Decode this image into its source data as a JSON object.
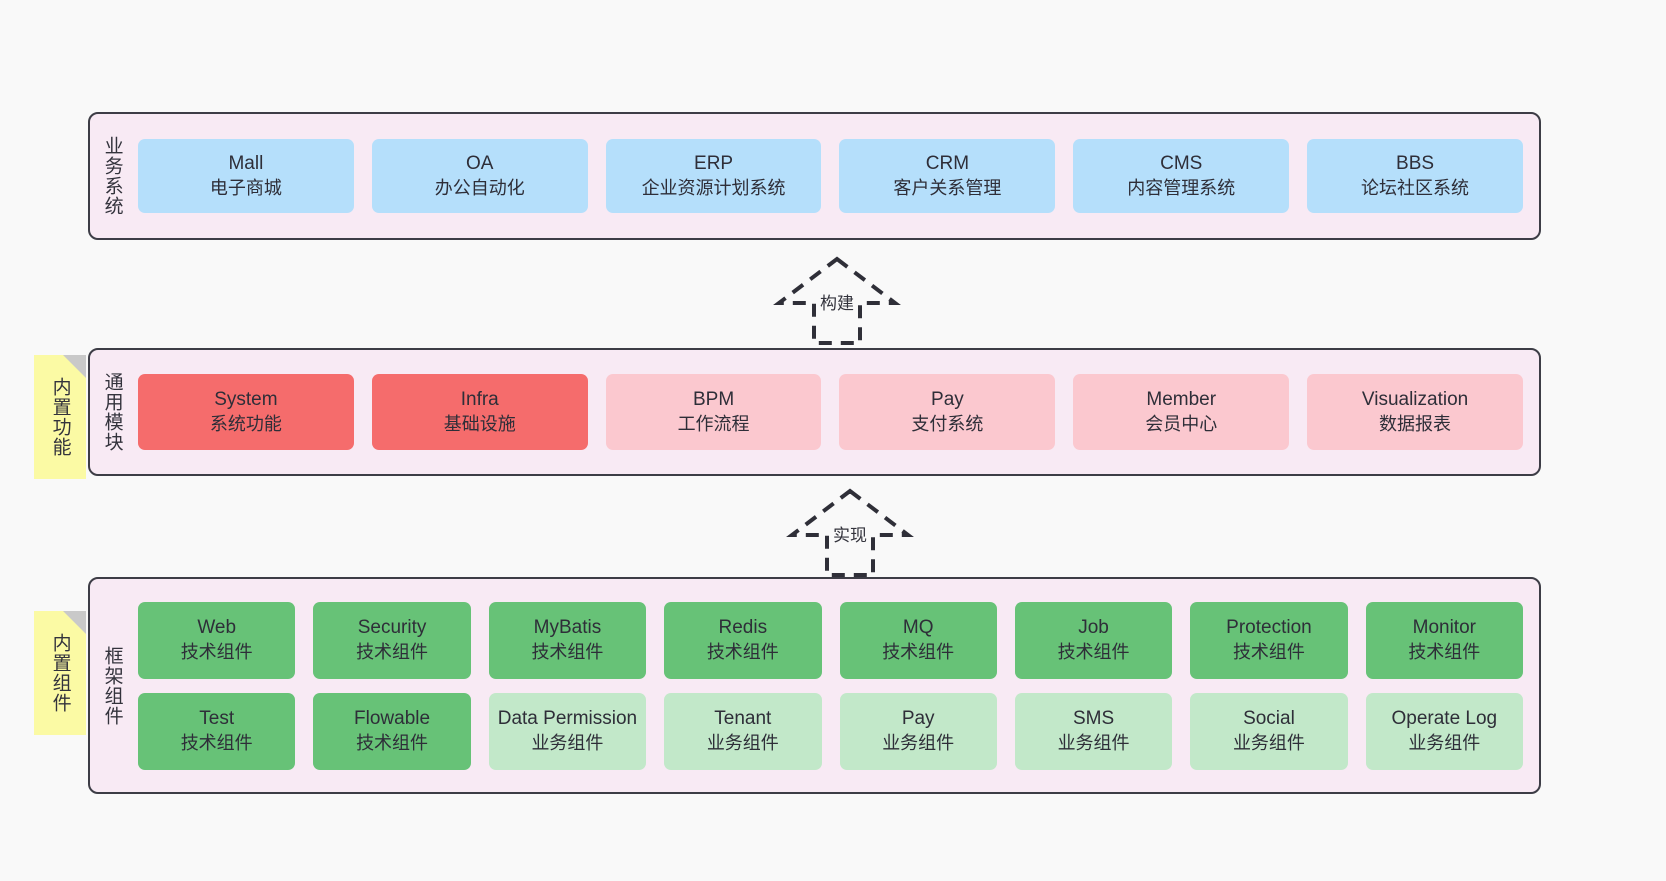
{
  "diagram": {
    "background_color": "#f9f9f9",
    "layer_fill": "#f8eaf4",
    "layer_border": "#3d3d46",
    "note_fill": "#fbfaa4"
  },
  "layers": [
    {
      "id": "business",
      "title": "业务系统",
      "note": null,
      "rows": [
        {
          "cards": [
            {
              "title": "Mall",
              "subtitle": "电子商城",
              "color": "#b5dffb",
              "variant": "c-blue"
            },
            {
              "title": "OA",
              "subtitle": "办公自动化",
              "color": "#b5dffb",
              "variant": "c-blue"
            },
            {
              "title": "ERP",
              "subtitle": "企业资源计划系统",
              "color": "#b5dffb",
              "variant": "c-blue"
            },
            {
              "title": "CRM",
              "subtitle": "客户关系管理",
              "color": "#b5dffb",
              "variant": "c-blue"
            },
            {
              "title": "CMS",
              "subtitle": "内容管理系统",
              "color": "#b5dffb",
              "variant": "c-blue"
            },
            {
              "title": "BBS",
              "subtitle": "论坛社区系统",
              "color": "#b5dffb",
              "variant": "c-blue"
            }
          ]
        }
      ]
    },
    {
      "id": "common",
      "title": "通用模块",
      "note": "内置功能",
      "rows": [
        {
          "cards": [
            {
              "title": "System",
              "subtitle": "系统功能",
              "color": "#f56c6c",
              "variant": "c-red"
            },
            {
              "title": "Infra",
              "subtitle": "基础设施",
              "color": "#f56c6c",
              "variant": "c-red"
            },
            {
              "title": "BPM",
              "subtitle": "工作流程",
              "color": "#fbc8cf",
              "variant": "c-pink"
            },
            {
              "title": "Pay",
              "subtitle": "支付系统",
              "color": "#fbc8cf",
              "variant": "c-pink"
            },
            {
              "title": "Member",
              "subtitle": "会员中心",
              "color": "#fbc8cf",
              "variant": "c-pink"
            },
            {
              "title": "Visualization",
              "subtitle": "数据报表",
              "color": "#fbc8cf",
              "variant": "c-pink"
            }
          ]
        }
      ]
    },
    {
      "id": "framework",
      "title": "框架组件",
      "note": "内置组件",
      "rows": [
        {
          "cards": [
            {
              "title": "Web",
              "subtitle": "技术组件",
              "color": "#67c277",
              "variant": "c-green"
            },
            {
              "title": "Security",
              "subtitle": "技术组件",
              "color": "#67c277",
              "variant": "c-green"
            },
            {
              "title": "MyBatis",
              "subtitle": "技术组件",
              "color": "#67c277",
              "variant": "c-green"
            },
            {
              "title": "Redis",
              "subtitle": "技术组件",
              "color": "#67c277",
              "variant": "c-green"
            },
            {
              "title": "MQ",
              "subtitle": "技术组件",
              "color": "#67c277",
              "variant": "c-green"
            },
            {
              "title": "Job",
              "subtitle": "技术组件",
              "color": "#67c277",
              "variant": "c-green"
            },
            {
              "title": "Protection",
              "subtitle": "技术组件",
              "color": "#67c277",
              "variant": "c-green"
            },
            {
              "title": "Monitor",
              "subtitle": "技术组件",
              "color": "#67c277",
              "variant": "c-green"
            }
          ]
        },
        {
          "cards": [
            {
              "title": "Test",
              "subtitle": "技术组件",
              "color": "#67c277",
              "variant": "c-green"
            },
            {
              "title": "Flowable",
              "subtitle": "技术组件",
              "color": "#67c277",
              "variant": "c-green"
            },
            {
              "title": "Data Permission",
              "subtitle": "业务组件",
              "color": "#c2e8c9",
              "variant": "c-green-light"
            },
            {
              "title": "Tenant",
              "subtitle": "业务组件",
              "color": "#c2e8c9",
              "variant": "c-green-light"
            },
            {
              "title": "Pay",
              "subtitle": "业务组件",
              "color": "#c2e8c9",
              "variant": "c-green-light"
            },
            {
              "title": "SMS",
              "subtitle": "业务组件",
              "color": "#c2e8c9",
              "variant": "c-green-light"
            },
            {
              "title": "Social",
              "subtitle": "业务组件",
              "color": "#c2e8c9",
              "variant": "c-green-light"
            },
            {
              "title": "Operate Log",
              "subtitle": "业务组件",
              "color": "#c2e8c9",
              "variant": "c-green-light"
            }
          ]
        }
      ]
    }
  ],
  "connectors": [
    {
      "id": "build",
      "label": "构建",
      "icon": "hollow-arrow-up-dashed-icon"
    },
    {
      "id": "impl",
      "label": "实现",
      "icon": "hollow-arrow-up-dashed-icon"
    }
  ]
}
